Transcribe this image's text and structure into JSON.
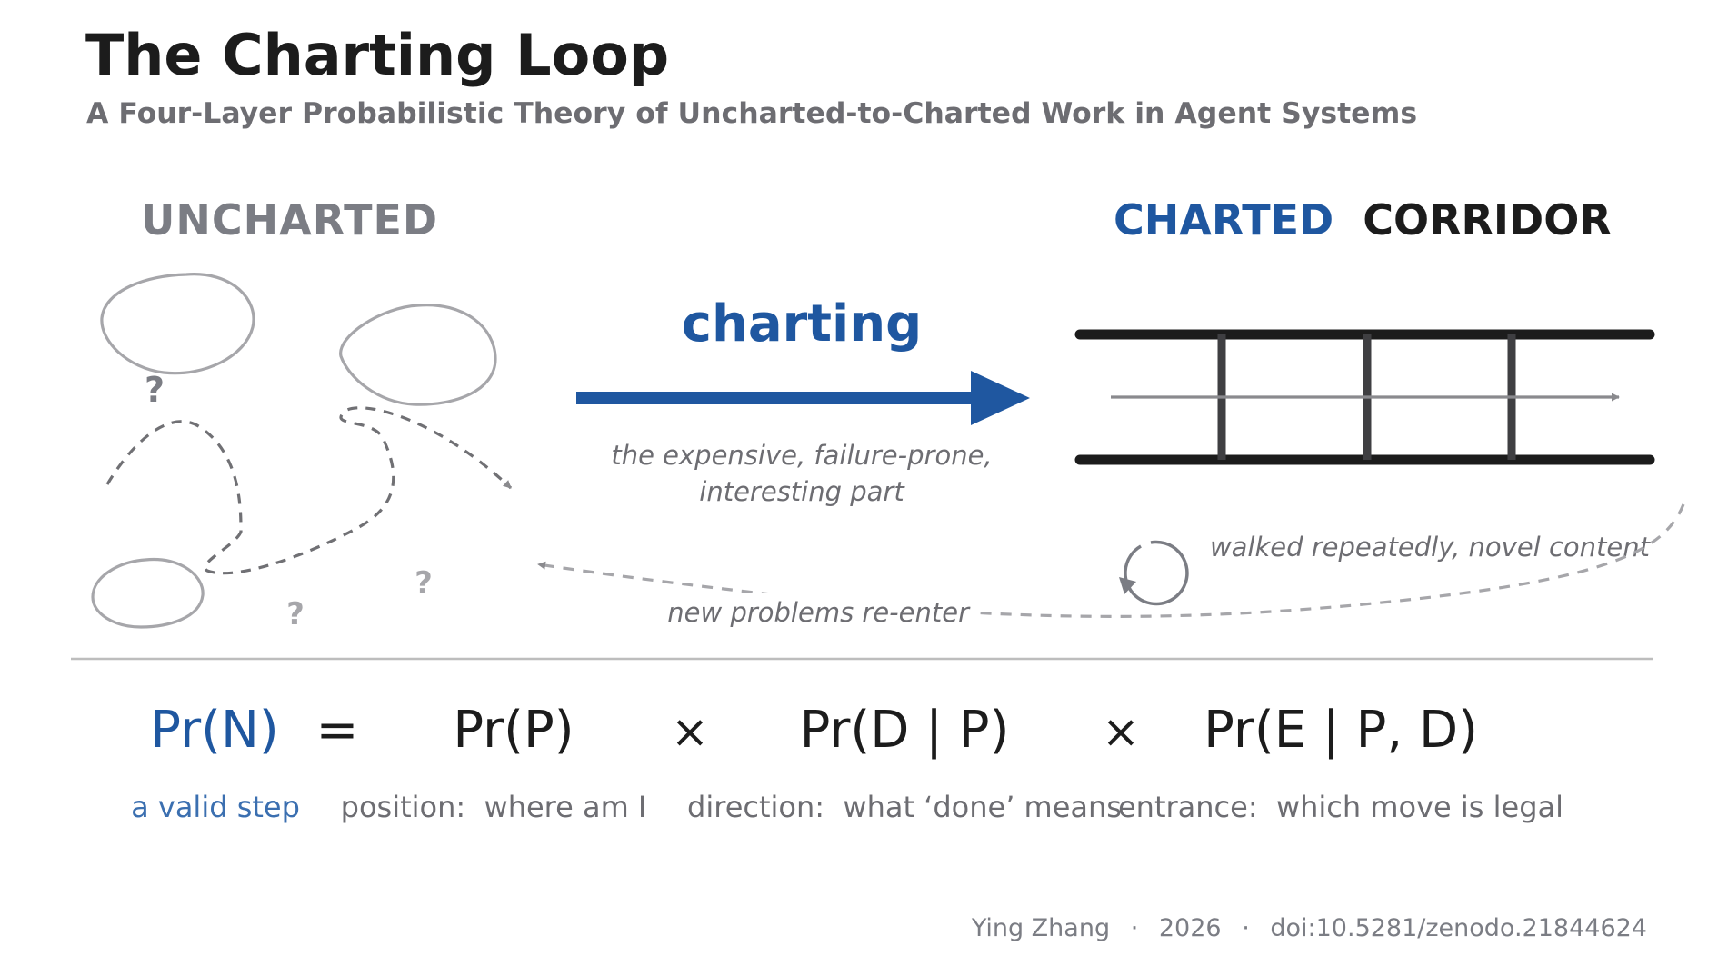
{
  "header": {
    "title": "The Charting Loop",
    "subtitle": "A Four-Layer Probabilistic Theory of Uncharted-to-Charted Work in Agent Systems"
  },
  "uncharted": {
    "label": "UNCHARTED",
    "marks": [
      "?",
      "?",
      "?"
    ]
  },
  "charting": {
    "label": "charting",
    "caption_line1": "the expensive, failure-prone,",
    "caption_line2": "interesting part"
  },
  "corridor": {
    "label_accent": "CHARTED",
    "label_rest": "CORRIDOR",
    "walked_note": "walked repeatedly, novel content",
    "reenter_note": "new problems re-enter"
  },
  "equation": {
    "lhs": "Pr(N)",
    "equals": "=",
    "times": "×",
    "terms": [
      "Pr(P)",
      "Pr(D | P)",
      "Pr(E | P, D)"
    ],
    "lhs_desc": "a valid step",
    "descriptions": [
      "position:  where am I",
      "direction:  what ‘done’ means",
      "entrance:  which move is legal"
    ]
  },
  "footer": {
    "author": "Ying Zhang",
    "sep": "·",
    "year": "2026",
    "doi": "doi:10.5281/zenodo.21844624"
  },
  "colors": {
    "accent_blue": "#1f57a0",
    "desc_blue": "#3b6fb0",
    "dark": "#1c1c1c",
    "gray_label": "#7b7d84",
    "gray_shape": "#a6a6aa",
    "gray_text": "#6d6d72",
    "rule": "#bdbdbd"
  },
  "icons": {
    "loop": "circular-arrow-icon"
  }
}
